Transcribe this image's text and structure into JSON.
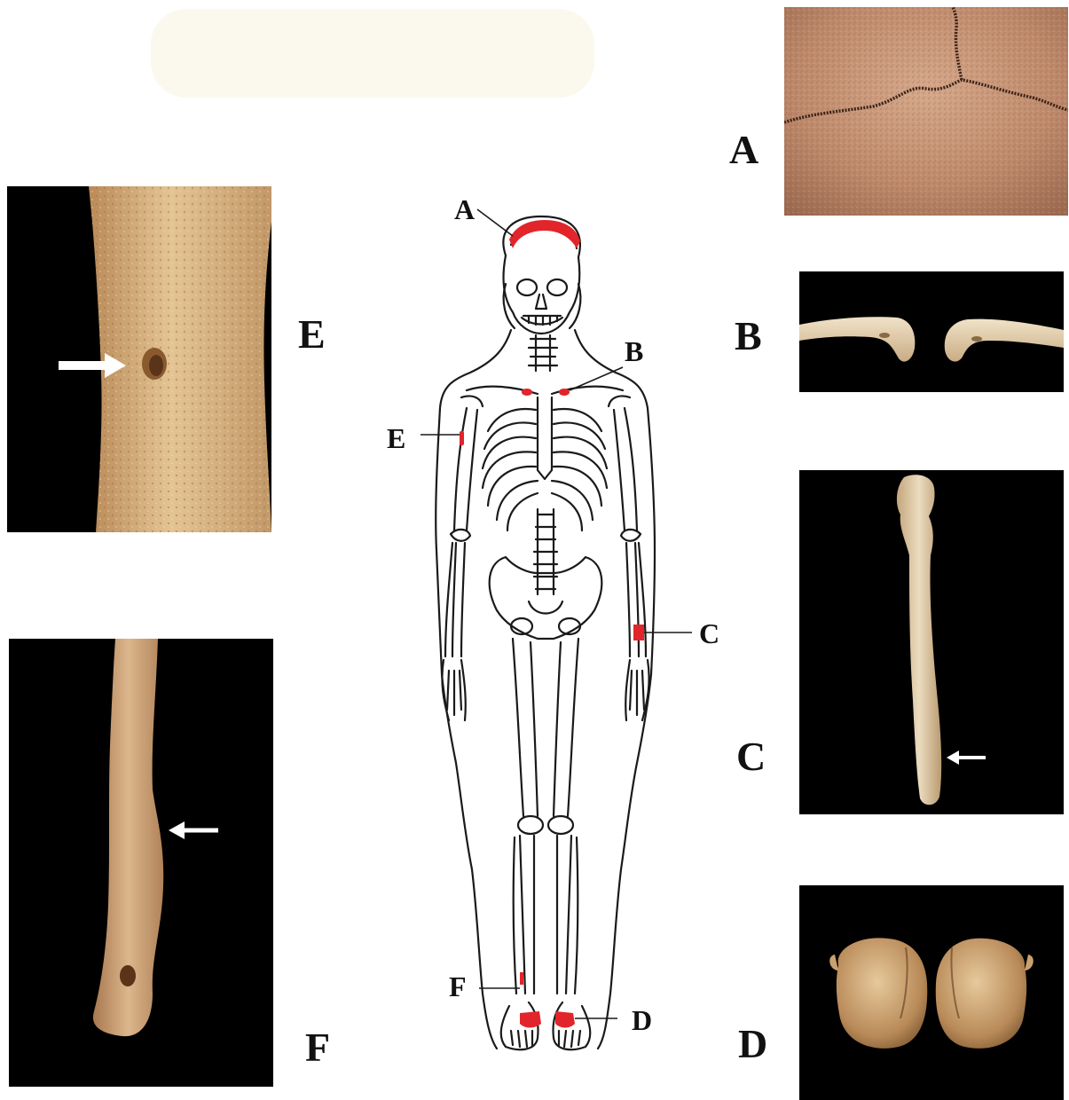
{
  "panels": {
    "A": {
      "letter": "A"
    },
    "B": {
      "letter": "B"
    },
    "C": {
      "letter": "C"
    },
    "D": {
      "letter": "D"
    },
    "E": {
      "letter": "E"
    },
    "F": {
      "letter": "F"
    }
  },
  "callouts": {
    "A": "A",
    "B": "B",
    "C": "C",
    "D": "D",
    "E": "E",
    "F": "F"
  },
  "colors": {
    "highlight": "#e1252b",
    "photo_bg": "#000000",
    "bone": "#dcc29a",
    "skull": "#b88668",
    "line": "#1a1a1a"
  }
}
